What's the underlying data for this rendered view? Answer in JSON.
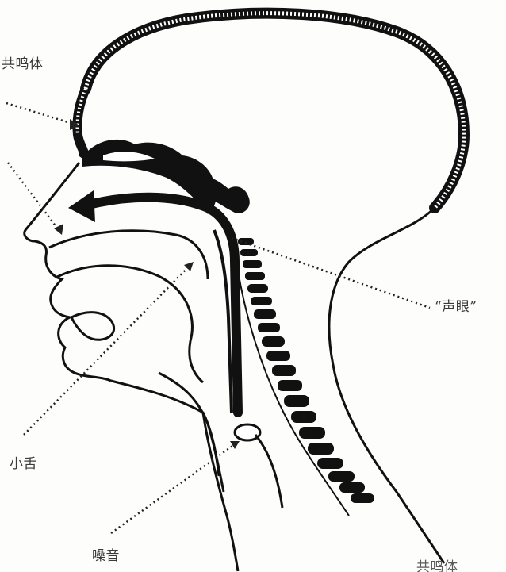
{
  "labels": {
    "resonator": "共鸣体",
    "voice_eye": "“声眼”",
    "uvula": "小舌",
    "larynx": "嗓音",
    "bottom_partial": "共鸣体"
  },
  "colors": {
    "ink": "#111111",
    "label": "#3a3a3a",
    "background": "#fdfdfc"
  }
}
